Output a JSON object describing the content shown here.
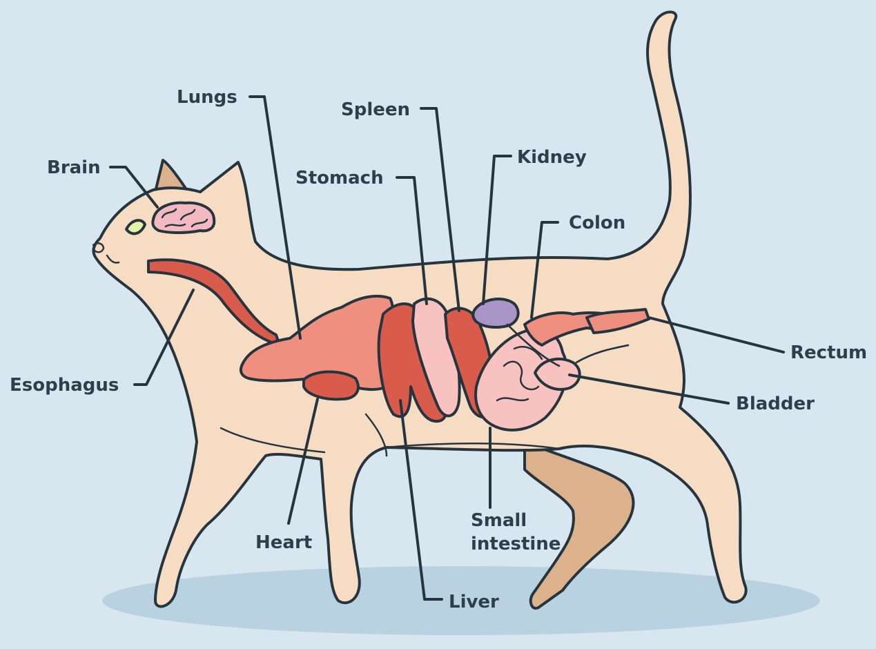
{
  "colors": {
    "background": "#d7e6ef",
    "shadow": "#b9d2e1",
    "body": "#f6dcc3",
    "far_leg": "#dcb28c",
    "outline": "#26343e",
    "organ_red": "#d95b4c",
    "organ_pink": "#ef8f80",
    "organ_light_pink": "#f7c2c0",
    "kidney": "#a996c6",
    "brain": "#f3b9c1",
    "label_text": "#2d3f4c"
  },
  "labels": {
    "lungs": "Lungs",
    "spleen": "Spleen",
    "kidney": "Kidney",
    "brain": "Brain",
    "stomach": "Stomach",
    "colon": "Colon",
    "esophagus": "Esophagus",
    "rectum": "Rectum",
    "bladder": "Bladder",
    "heart": "Heart",
    "small_intestine_line1": "Small",
    "small_intestine_line2": "intestine",
    "liver": "Liver"
  }
}
